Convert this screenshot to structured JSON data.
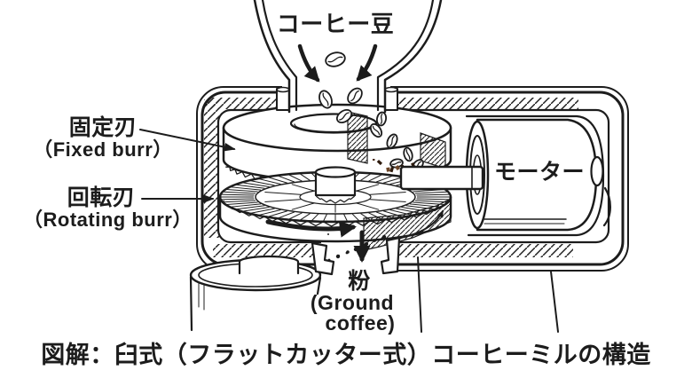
{
  "caption": "図解：臼式（フラットカッター式）コーヒーミルの構造",
  "labels": {
    "coffee_beans": "コーヒー豆",
    "fixed_burr_ja": "固定刃",
    "fixed_burr_en": "（Fixed burr）",
    "rotating_burr_ja": "回転刃",
    "rotating_burr_en": "（Rotating burr）",
    "motor": "モーター",
    "ground_ja": "粉",
    "ground_en_line1": "(Ground",
    "ground_en_line2": "coffee)"
  },
  "icons": {
    "bean_flow_arrows": "thick curved arrows showing beans falling into hopper",
    "rotation_arrow": "thick arrow showing burr rotation direction",
    "ground_flow_arrow": "thick down arrow showing ground coffee falling",
    "leader_arrows": "label pointer arrows"
  },
  "colors": {
    "line": "#1c1c1c",
    "background": "#ffffff",
    "grounds_dark": "#4a2d18",
    "grounds_mid": "#6b4426",
    "grounds_deep": "#2e1b0d"
  }
}
